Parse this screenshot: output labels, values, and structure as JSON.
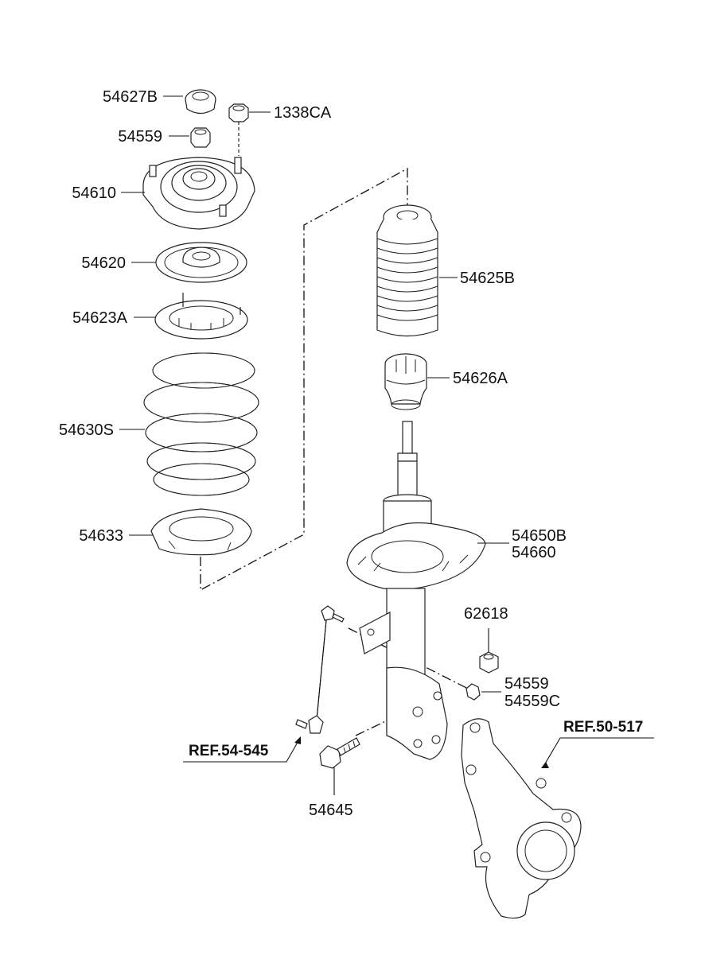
{
  "labels": {
    "p54627B": "54627B",
    "p1338CA": "1338CA",
    "p54559_top": "54559",
    "p54610": "54610",
    "p54620": "54620",
    "p54623A": "54623A",
    "p54630S": "54630S",
    "p54633": "54633",
    "p54625B": "54625B",
    "p54626A": "54626A",
    "p54650B": "54650B",
    "p54660": "54660",
    "p62618": "62618",
    "p54559_low": "54559",
    "p54559C": "54559C",
    "p54645": "54645",
    "ref_50_517": "REF.50-517",
    "ref_54_545": "REF.54-545"
  }
}
